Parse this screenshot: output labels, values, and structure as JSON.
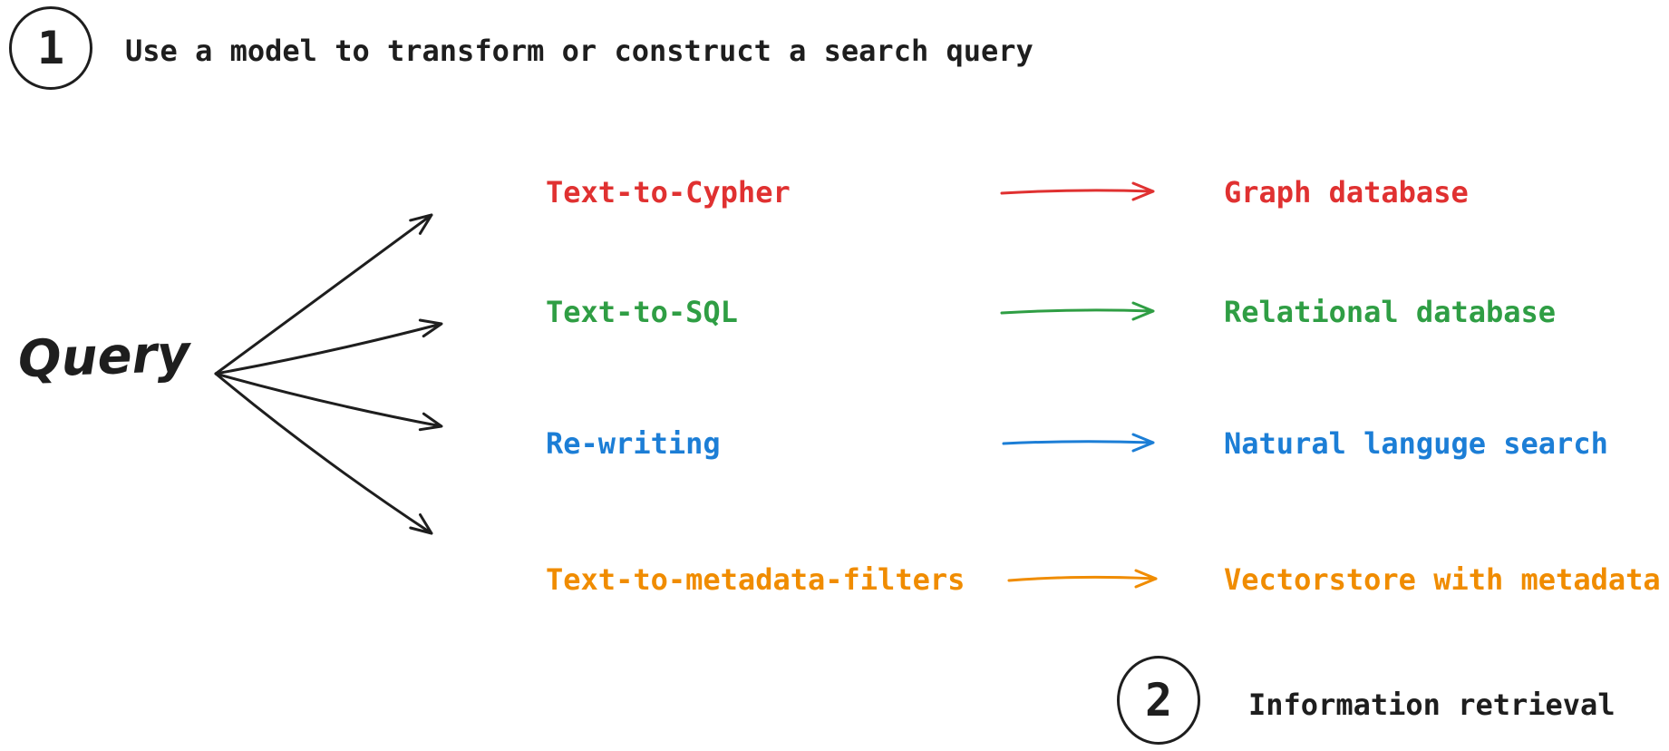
{
  "canvas": {
    "background": "#ffffff"
  },
  "colors": {
    "ink": "#1e1e1e"
  },
  "step1": {
    "number": "1",
    "label": "Use a model to transform or construct a search query"
  },
  "step2": {
    "number": "2",
    "label": "Information retrieval"
  },
  "query": {
    "label": "Query"
  },
  "rows": [
    {
      "method": "Text-to-Cypher",
      "target": "Graph database",
      "color": "#e03131"
    },
    {
      "method": "Text-to-SQL",
      "target": "Relational database",
      "color": "#2f9e44"
    },
    {
      "method": "Re-writing",
      "target": "Natural languge search",
      "color": "#1c7ed6"
    },
    {
      "method": "Text-to-metadata-filters",
      "target": "Vectorstore with metadata",
      "color": "#f08c00"
    }
  ]
}
